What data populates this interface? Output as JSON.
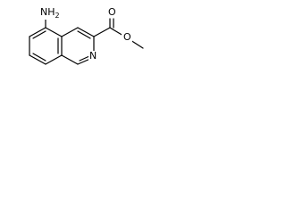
{
  "molecule": {
    "atom_labels": {
      "amine": "NH",
      "amine_subscript": "2",
      "ring_nitrogen": "N",
      "carbonyl_oxygen": "O",
      "ester_oxygen": "O"
    },
    "colors": {
      "background": "#ffffff",
      "bond": "#000000",
      "label": "#000000"
    }
  }
}
